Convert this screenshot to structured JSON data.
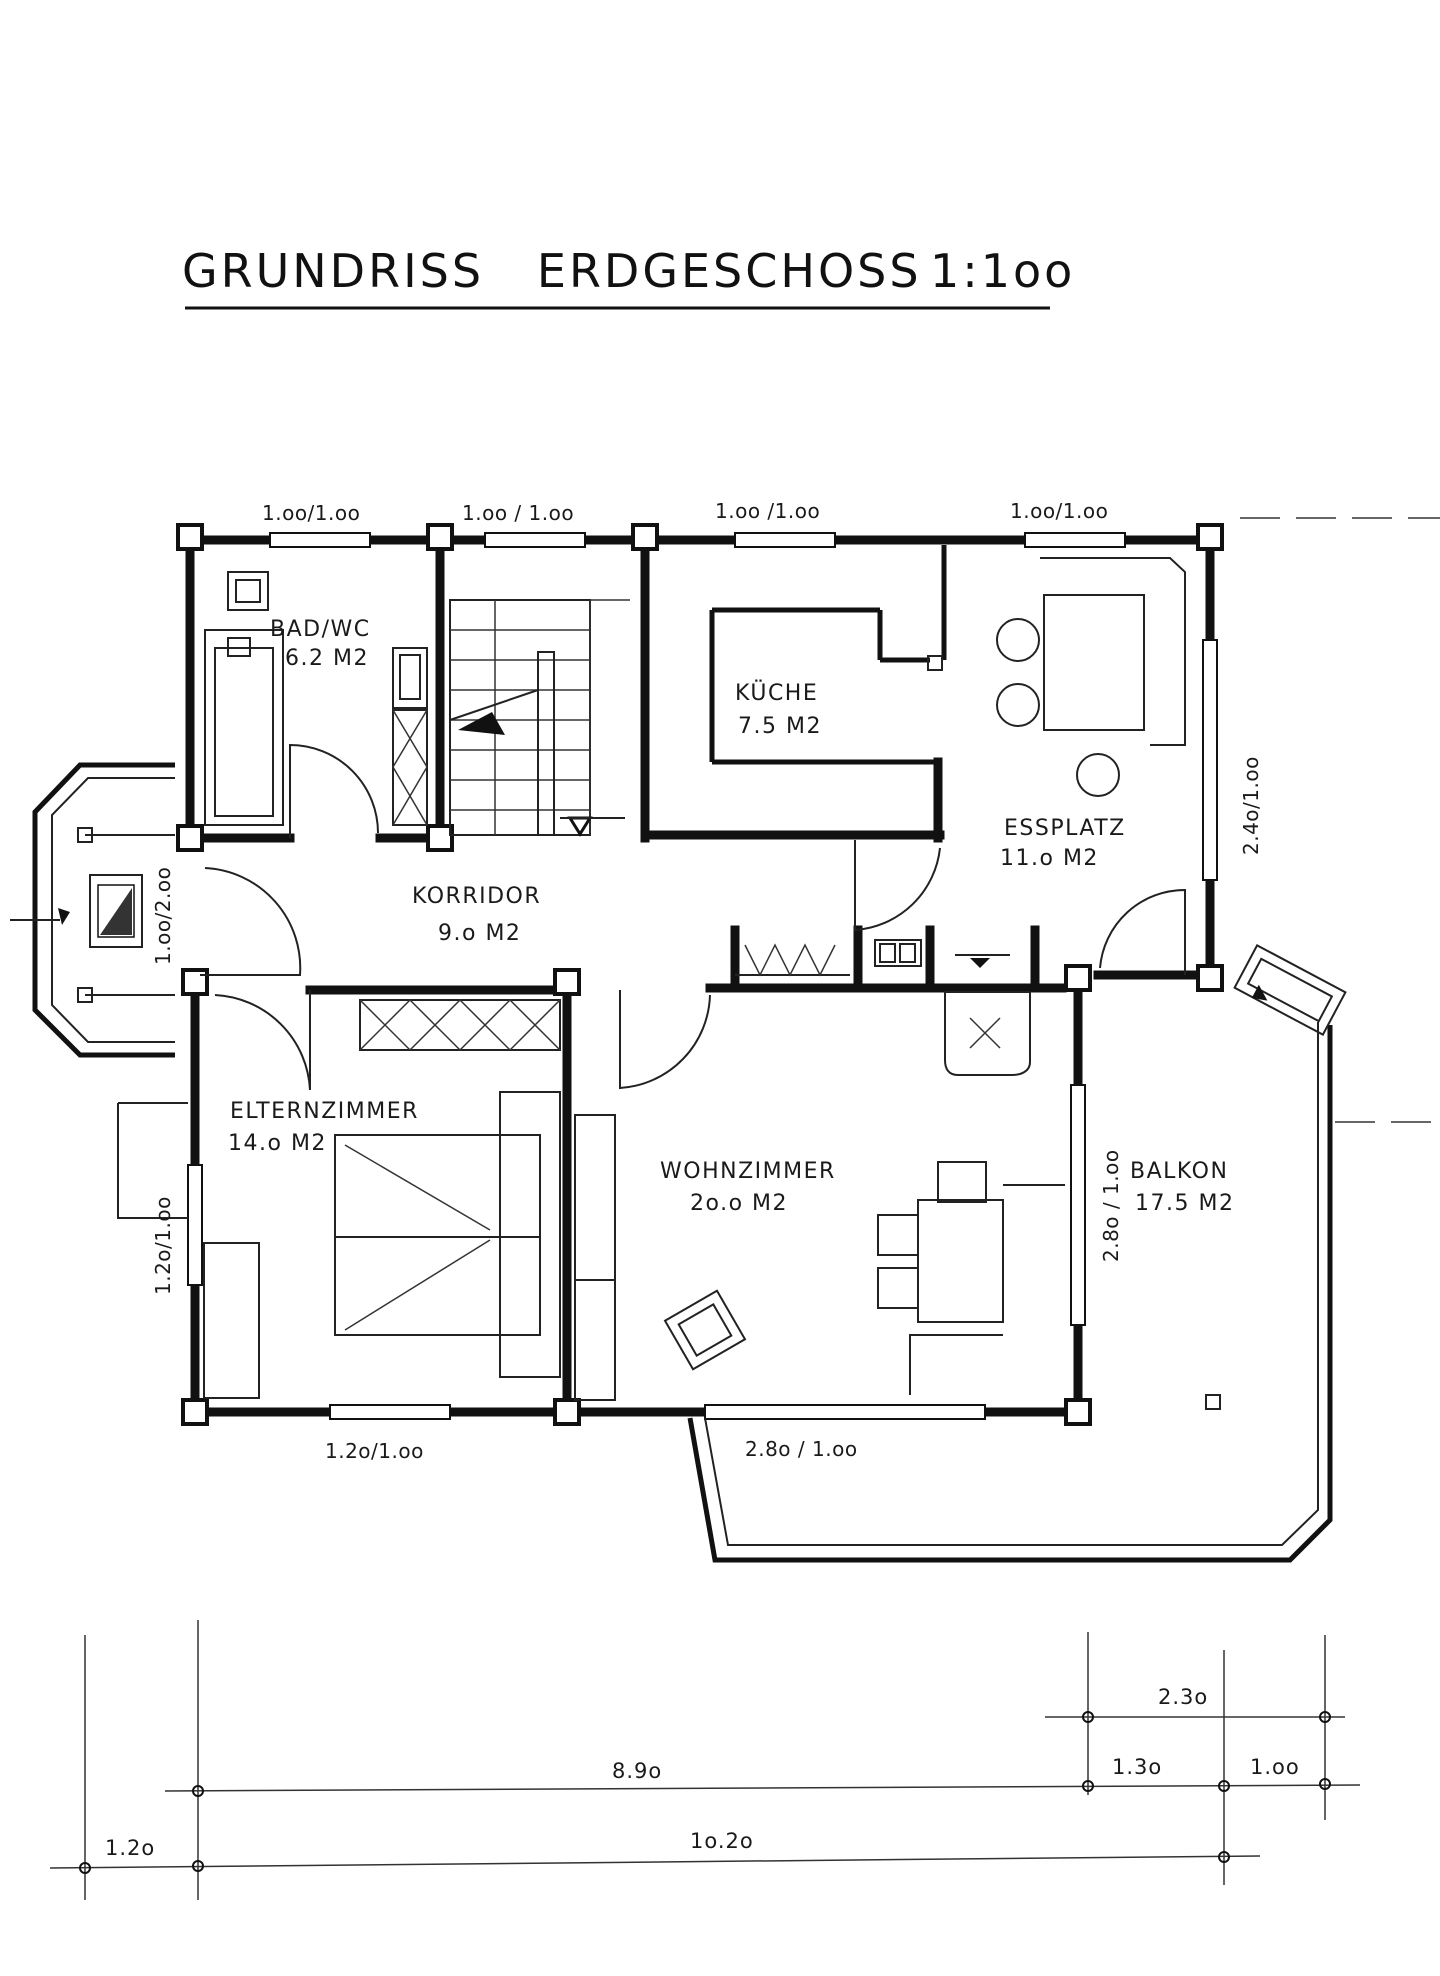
{
  "title": {
    "text": "GRUNDRISS   ERDGESCHOSS",
    "scale": "1:1oo"
  },
  "rooms": [
    {
      "name": "BAD/WC",
      "area": "6.2 M2"
    },
    {
      "name": "KÜCHE",
      "area": "7.5 M2"
    },
    {
      "name": "ESSPLATZ",
      "area": "11.o M2"
    },
    {
      "name": "KORRIDOR",
      "area": "9.o M2"
    },
    {
      "name": "ELTERNZIMMER",
      "area": "14.o M2"
    },
    {
      "name": "WOHNZIMMER",
      "area": "2o.o M2"
    },
    {
      "name": "BALKON",
      "area": "17.5 M2"
    }
  ],
  "windows": {
    "top": [
      "1.oo/1.oo",
      "1.oo / 1.oo",
      "1.oo /1.oo",
      "1.oo/1.oo"
    ],
    "right_essplatz": "2.4o/1.oo",
    "left_entry": "1.oo/2.oo",
    "left_eltern": "1.2o/1.oo",
    "bottom_eltern": "1.2o/1.oo",
    "bottom_wohn": "2.8o / 1.oo",
    "right_wohn": "2.8o / 1.oo"
  },
  "dimensions": {
    "d1": "2.3o",
    "d2": "8.9o",
    "d3": "1.3o",
    "d4": "1.oo",
    "d5": "1.2o",
    "d6": "1o.2o"
  }
}
